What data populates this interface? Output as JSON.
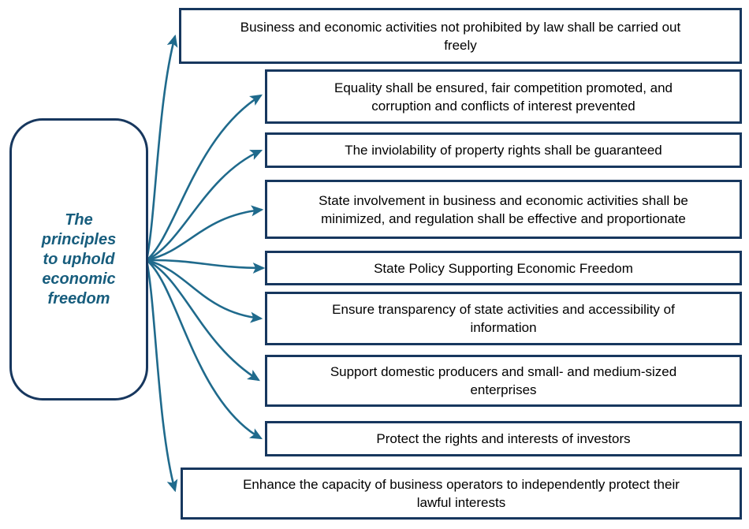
{
  "diagram": {
    "source_label": "The\nprinciples\nto uphold\neconomic\nfreedom",
    "source_label_plain": "The principles to uphold economic freedom",
    "principles": [
      "Business and economic activities not prohibited by law shall be carried out\nfreely",
      "Equality shall be ensured, fair competition promoted, and\ncorruption and conflicts of interest prevented",
      "The inviolability of property rights shall be guaranteed",
      "State involvement in business and economic activities shall be\nminimized, and regulation shall be effective and proportionate",
      "State Policy Supporting Economic Freedom",
      "Ensure transparency of state activities and accessibility of\ninformation",
      "Support domestic producers and small- and medium-sized\nenterprises",
      "Protect the rights and interests of investors",
      "Enhance the capacity of business operators to independently protect their\nlawful interests"
    ],
    "colors": {
      "box_border": "#17375E",
      "arrow": "#1F6A8C",
      "source_text": "#175D7D",
      "box_text": "#000000",
      "background": "#FFFFFF"
    }
  }
}
